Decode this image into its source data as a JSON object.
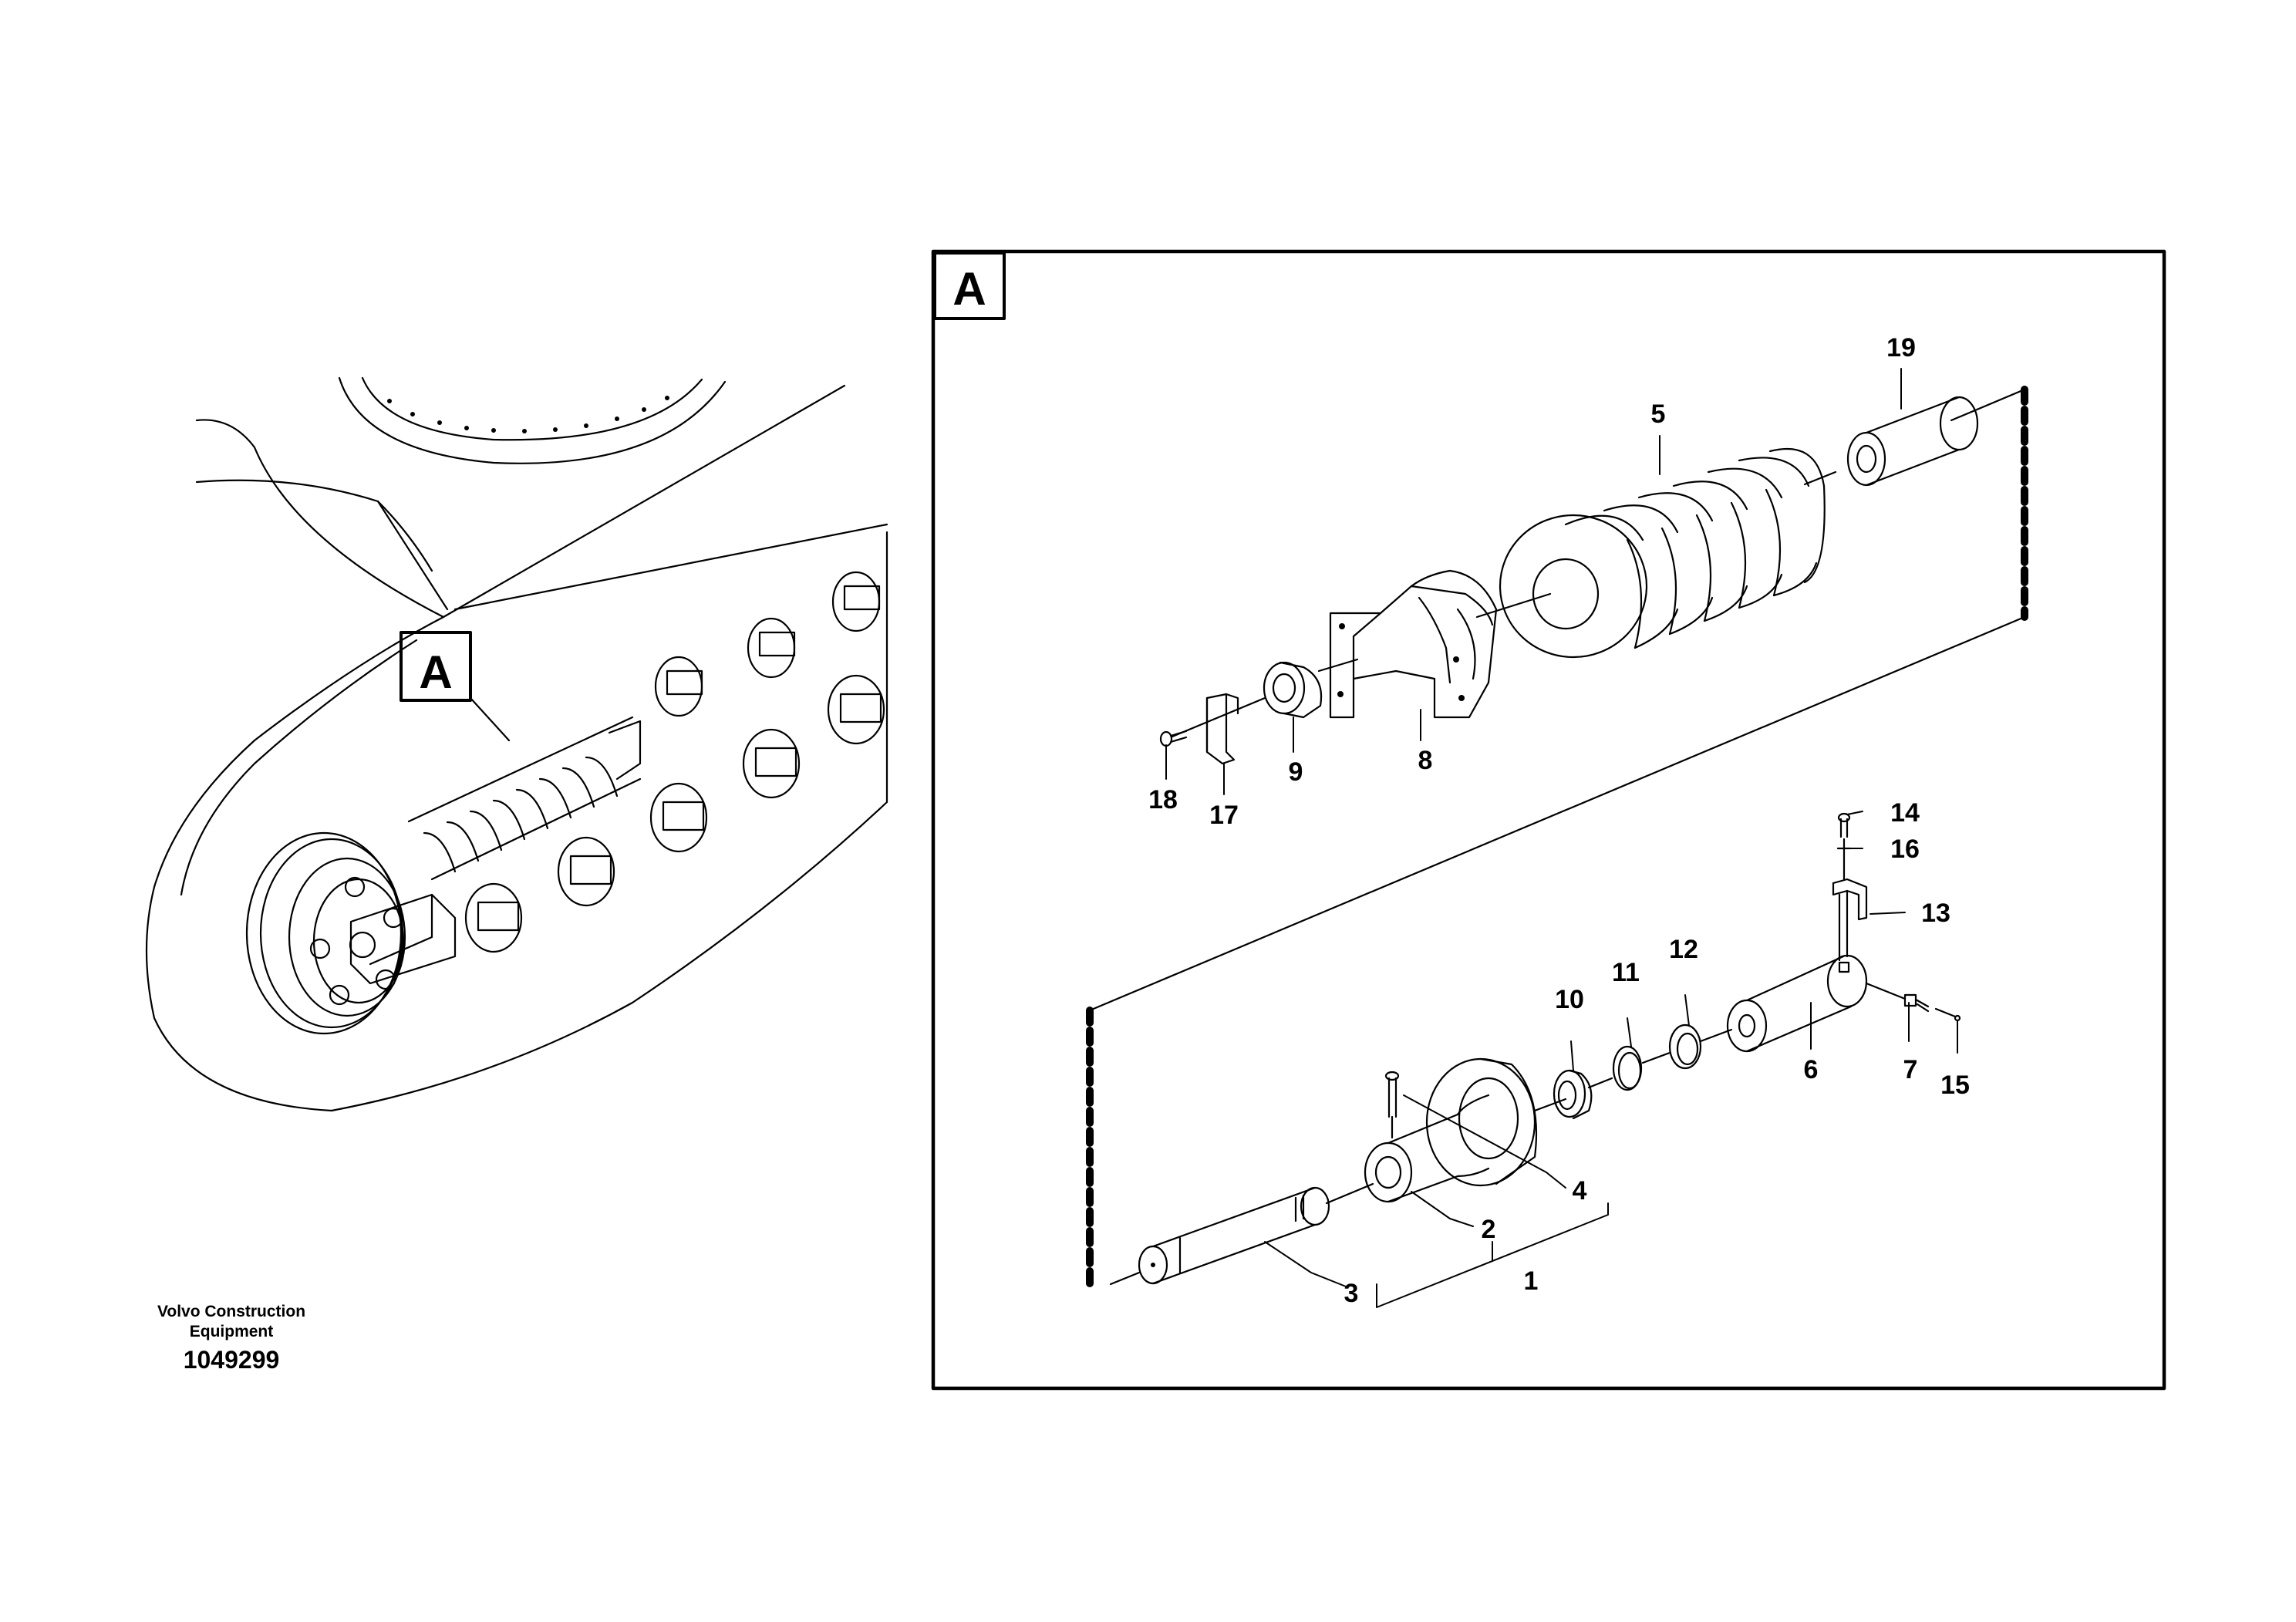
{
  "figure": {
    "overview_label": "A",
    "detail_label": "A",
    "brand_line1": "Volvo Construction",
    "brand_line2": "Equipment",
    "figure_number": "1049299"
  },
  "callouts": {
    "c1": "1",
    "c2": "2",
    "c3": "3",
    "c4": "4",
    "c5": "5",
    "c6": "6",
    "c7": "7",
    "c8": "8",
    "c9": "9",
    "c10": "10",
    "c11": "11",
    "c12": "12",
    "c13": "13",
    "c14": "14",
    "c15": "15",
    "c16": "16",
    "c17": "17",
    "c18": "18",
    "c19": "19"
  }
}
